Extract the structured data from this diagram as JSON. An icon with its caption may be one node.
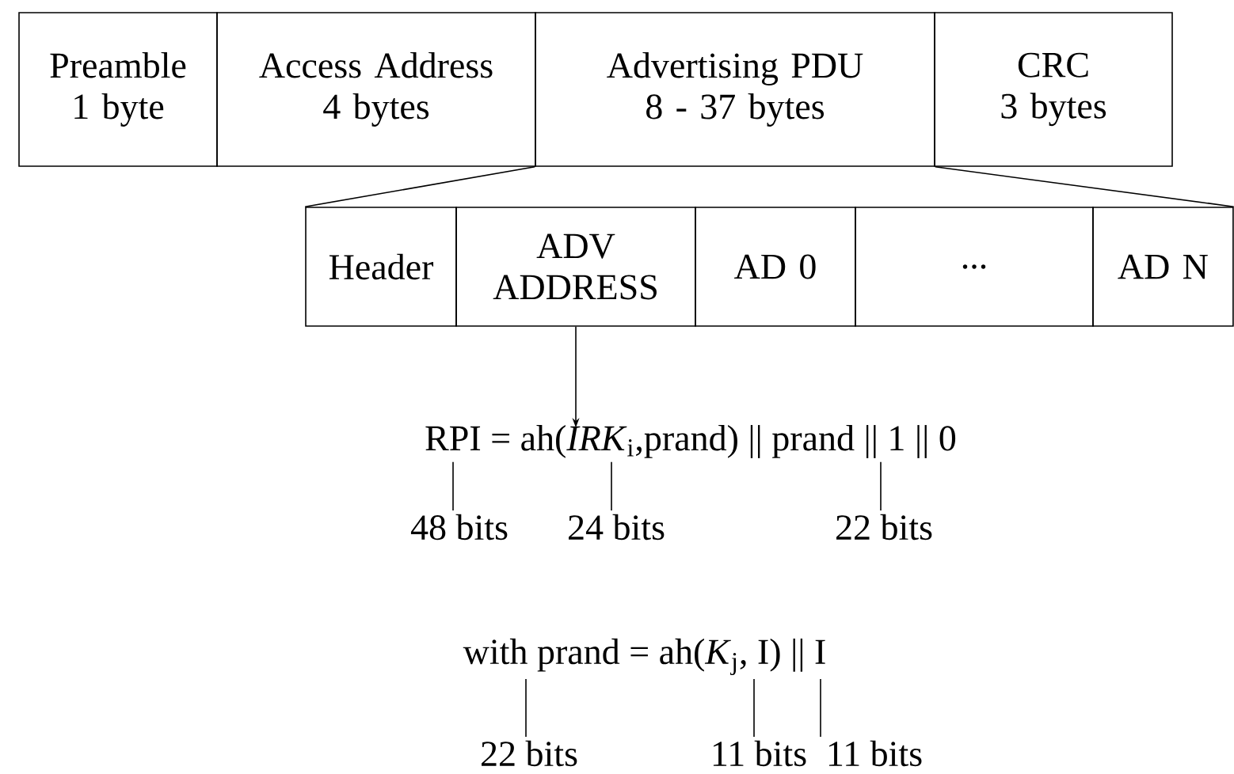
{
  "diagram": {
    "nodes": [
      {
        "text": [
          "Preamble",
          "1 byte"
        ]
      },
      {
        "text": [
          "Access Address",
          "4 bytes"
        ]
      },
      {
        "text": [
          "Advertising PDU",
          "8 - 37 bytes"
        ]
      },
      {
        "text": [
          "CRC",
          "3 bytes"
        ]
      },
      {
        "text": [
          "Header"
        ]
      },
      {
        "text": [
          "ADV ADDRESS"
        ]
      },
      {
        "text": [
          "AD 0"
        ]
      },
      {
        "text": [
          "..."
        ]
      },
      {
        "text": [
          "AD N"
        ]
      },
      {
        "text": [
          "RPI = ah(*IRK*$_{i}$,prand) || prand || 1 || 0"
        ]
      },
      {
        "text": [
          "48 bits"
        ]
      },
      {
        "text": [
          "24 bits"
        ]
      },
      {
        "text": [
          "22 bits"
        ]
      },
      {
        "text": [
          "with prand = ah(*K*$_{j}$, I) || I"
        ]
      },
      {
        "text": [
          "22 bits"
        ]
      },
      {
        "text": [
          "11 bits"
        ]
      },
      {
        "text": [
          "11 bits"
        ]
      }
    ],
    "edges": [
      {
        "from": 2,
        "to": 4,
        "arrow": "none"
      },
      {
        "from": 2,
        "to": 8,
        "arrow": "none"
      },
      {
        "from": 5,
        "to": 9,
        "arrow": "to"
      },
      {
        "from": 10,
        "to": 9,
        "arrow": "none"
      },
      {
        "from": 11,
        "to": 9,
        "arrow": "none"
      },
      {
        "from": 12,
        "to": 9,
        "arrow": "none"
      },
      {
        "from": 14,
        "to": 13,
        "arrow": "none"
      },
      {
        "from": 15,
        "to": 13,
        "arrow": "none"
      },
      {
        "from": 16,
        "to": 13,
        "arrow": "none"
      }
    ]
  }
}
